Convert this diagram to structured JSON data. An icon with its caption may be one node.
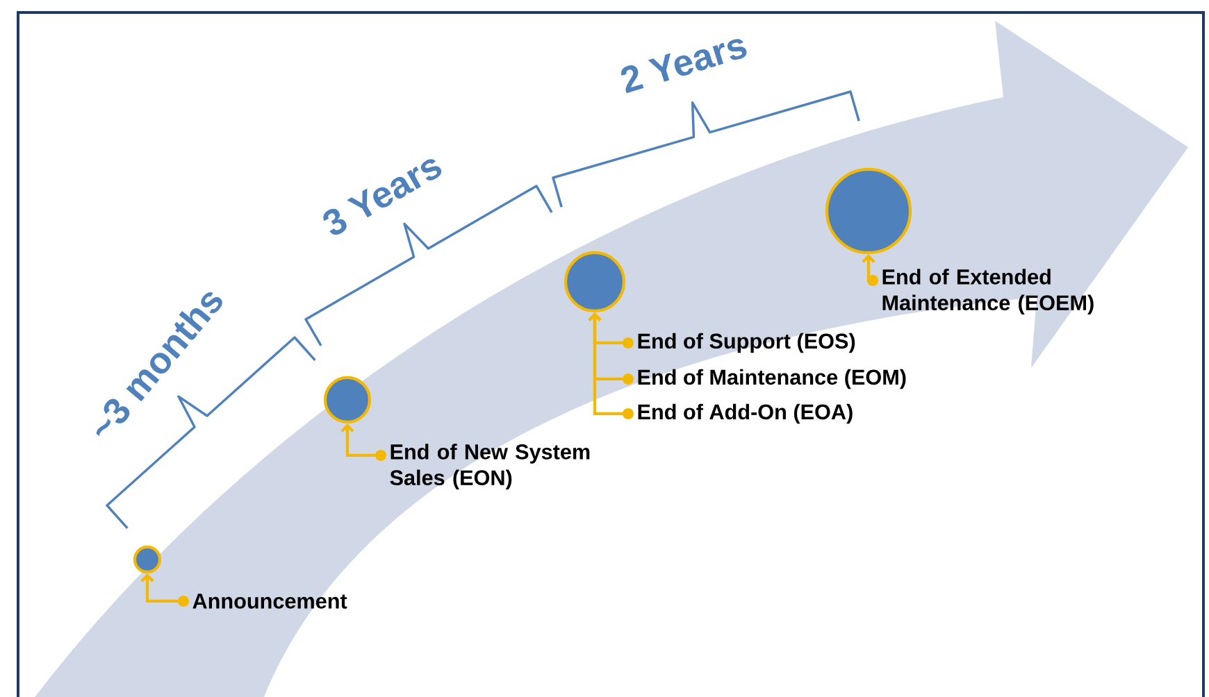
{
  "diagram": {
    "nodes": [
      {
        "text": [],
        "shape": "circle"
      },
      {
        "text": [],
        "shape": "circle"
      },
      {
        "text": [],
        "shape": "circle"
      },
      {
        "text": [],
        "shape": "circle"
      },
      {
        "text": [
          "Announcement"
        ]
      },
      {
        "text": [
          "End of New System Sales (EON)"
        ]
      },
      {
        "text": [
          "End of Support (EOS)"
        ]
      },
      {
        "text": [
          "End of Maintenance (EOM)"
        ]
      },
      {
        "text": [
          "End of Add-On (EOA)"
        ]
      },
      {
        "text": [
          "End of Extended Maintenance (EOEM)"
        ]
      }
    ],
    "edges": [
      {
        "from": 4,
        "to": 0,
        "arrow": "to"
      },
      {
        "from": 5,
        "to": 1,
        "arrow": "to"
      },
      {
        "from": 6,
        "to": 2,
        "arrow": "to"
      },
      {
        "from": 7,
        "to": 2,
        "arrow": "to"
      },
      {
        "from": 8,
        "to": 2,
        "arrow": "to"
      },
      {
        "from": 9,
        "to": 3,
        "arrow": "to"
      }
    ],
    "labels": [
      "~3 months",
      "3 Years",
      "2 Years"
    ]
  }
}
